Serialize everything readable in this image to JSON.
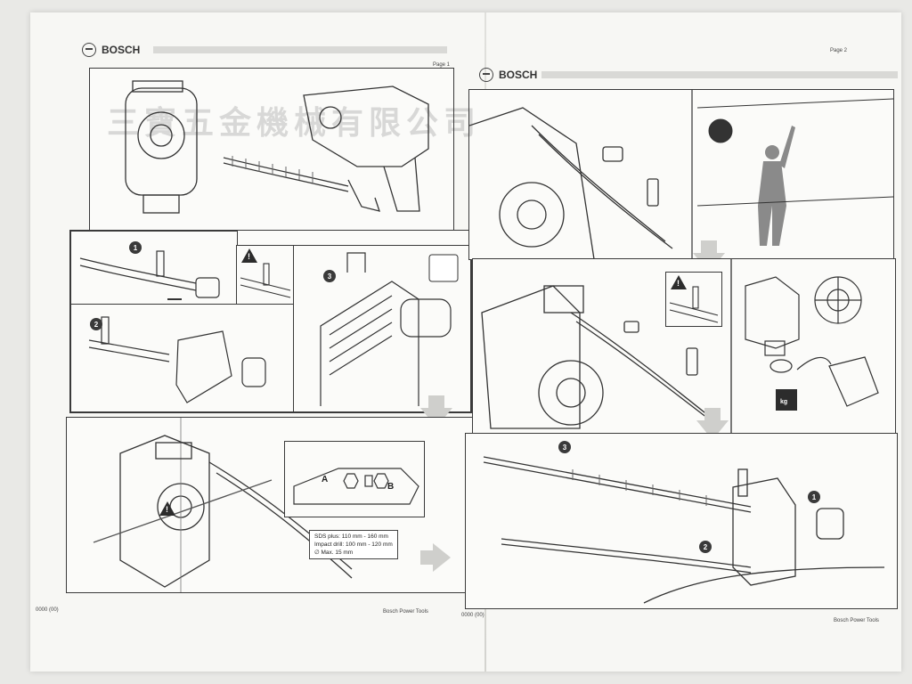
{
  "brand": "BOSCH",
  "left_page": {
    "page_label": "Page 1",
    "footer_left": "0000 (00)",
    "footer_right": "Bosch Power Tools",
    "step_numbers": [
      "1",
      "2",
      "3"
    ],
    "spec_box": {
      "line1": "SDS plus: 110 mm - 160 mm",
      "line2": "Impact drill: 100 mm - 120 mm",
      "line3": "∅ Max. 15 mm"
    },
    "letters": [
      "A",
      "B"
    ]
  },
  "right_page": {
    "page_label": "Page 2",
    "footer_left": "0000 (00)",
    "footer_right": "Bosch Power Tools",
    "step_numbers": [
      "1",
      "2",
      "3"
    ],
    "weight_label": "kg"
  },
  "watermark": "三寶五金機械有限公司"
}
